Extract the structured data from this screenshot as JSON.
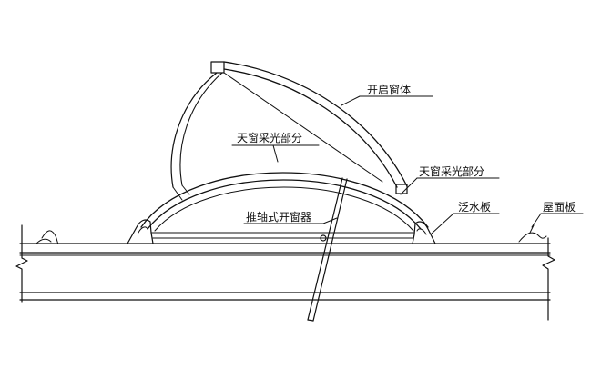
{
  "labels": {
    "opening_sash": "开启窗体",
    "skylight_part_left": "天窗采光部分",
    "skylight_part_right": "天窗采光部分",
    "flashing": "泛水板",
    "roof_panel": "屋面板",
    "push_rod_opener": "推轴式开窗器"
  }
}
